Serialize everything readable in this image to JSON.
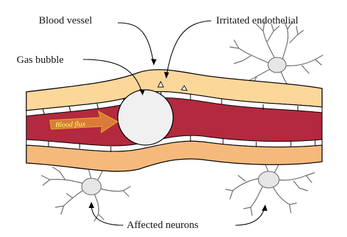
{
  "labels": {
    "blood_vessel": "Blood vessel",
    "irritated_endothelial": "Irritated  endothelial",
    "gas_bubble": "Gas bubble",
    "blood_flux": "Blood flux",
    "affected_neurons": "Affected neurons"
  },
  "colors": {
    "vessel_wall": "#fbd79a",
    "vessel_wall_outer": "#f6b97c",
    "blood": "#b3293d",
    "endothelium": "#ffffff",
    "bubble": "#f0f0f0",
    "neuron_body": "#e6e6e6",
    "flux_arrow": "#f5c03a",
    "flux_text": "#ffff66"
  },
  "icons": {
    "neuron": "neuron-cell-icon",
    "gas_bubble": "circle-shape",
    "flux_arrow": "arrow-right-icon"
  }
}
